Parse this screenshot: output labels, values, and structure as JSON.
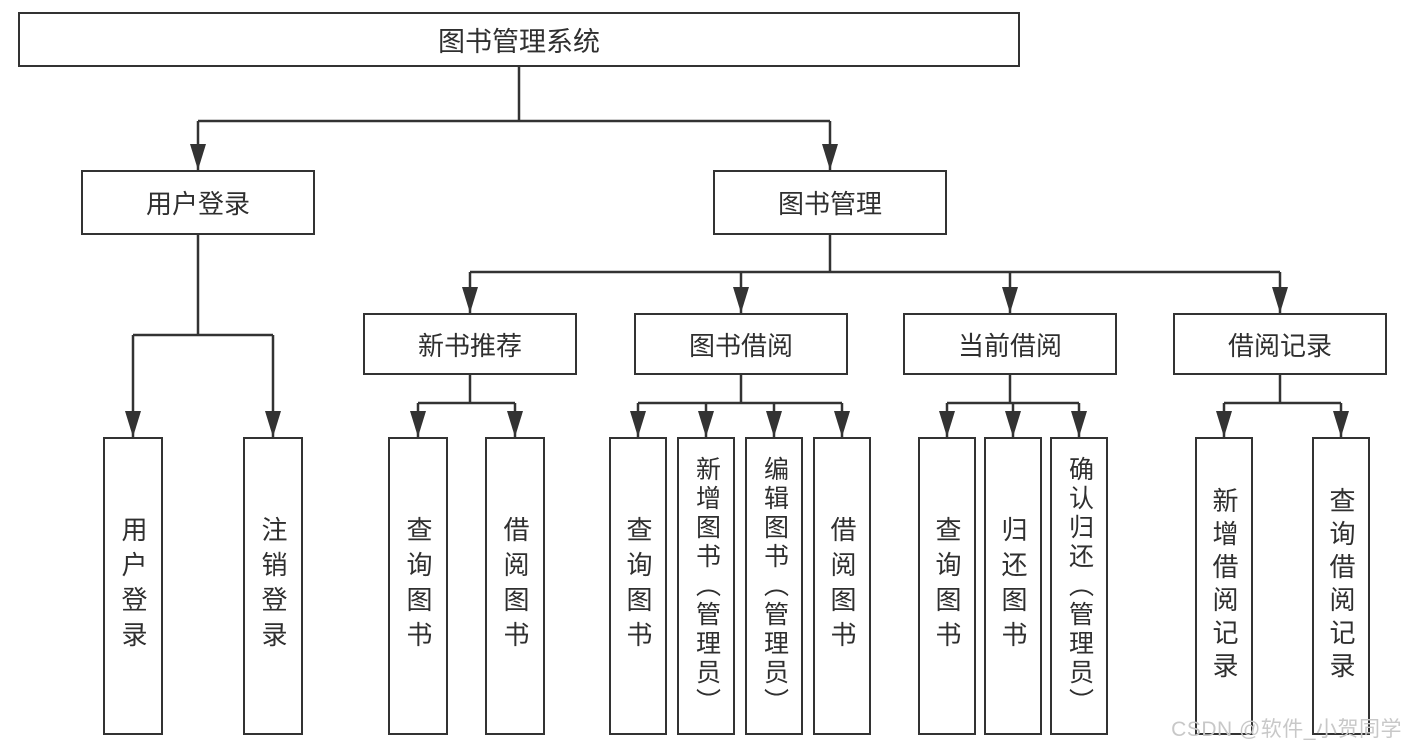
{
  "diagram": {
    "colors": {
      "line": "#333333",
      "text": "#2f2f2f",
      "watermark": "#c8c8c8",
      "background": "#ffffff"
    },
    "watermark": "CSDN @软件_小贺同学",
    "nodes": {
      "root": {
        "label": "图书管理系统"
      },
      "user_login": {
        "label": "用户登录"
      },
      "book_mgmt": {
        "label": "图书管理"
      },
      "new_book_rec": {
        "label": "新书推荐"
      },
      "book_borrow": {
        "label": "图书借阅"
      },
      "current_borrow": {
        "label": "当前借阅"
      },
      "borrow_records": {
        "label": "借阅记录"
      },
      "leaf_user_login": {
        "label": "用户登录"
      },
      "leaf_logout": {
        "label": "注销登录"
      },
      "leaf_rec_query": {
        "label": "查询图书"
      },
      "leaf_rec_borrow": {
        "label": "借阅图书"
      },
      "leaf_bb_query": {
        "label": "查询图书"
      },
      "leaf_bb_add": {
        "label": "新增图书（管理员）"
      },
      "leaf_bb_edit": {
        "label": "编辑图书（管理员）"
      },
      "leaf_bb_borrow": {
        "label": "借阅图书"
      },
      "leaf_cb_query": {
        "label": "查询图书"
      },
      "leaf_cb_return": {
        "label": "归还图书"
      },
      "leaf_cb_confirm": {
        "label": "确认归还（管理员）"
      },
      "leaf_br_add": {
        "label": "新增借阅记录"
      },
      "leaf_br_query": {
        "label": "查询借阅记录"
      }
    },
    "edges": [
      {
        "from": "图书管理系统",
        "to": "用户登录"
      },
      {
        "from": "图书管理系统",
        "to": "图书管理"
      },
      {
        "from": "用户登录",
        "to": "用户登录(叶)"
      },
      {
        "from": "用户登录",
        "to": "注销登录"
      },
      {
        "from": "图书管理",
        "to": "新书推荐"
      },
      {
        "from": "图书管理",
        "to": "图书借阅"
      },
      {
        "from": "图书管理",
        "to": "当前借阅"
      },
      {
        "from": "图书管理",
        "to": "借阅记录"
      },
      {
        "from": "新书推荐",
        "to": "查询图书"
      },
      {
        "from": "新书推荐",
        "to": "借阅图书"
      },
      {
        "from": "图书借阅",
        "to": "查询图书"
      },
      {
        "from": "图书借阅",
        "to": "新增图书（管理员）"
      },
      {
        "from": "图书借阅",
        "to": "编辑图书（管理员）"
      },
      {
        "from": "图书借阅",
        "to": "借阅图书"
      },
      {
        "from": "当前借阅",
        "to": "查询图书"
      },
      {
        "from": "当前借阅",
        "to": "归还图书"
      },
      {
        "from": "当前借阅",
        "to": "确认归还（管理员）"
      },
      {
        "from": "借阅记录",
        "to": "新增借阅记录"
      },
      {
        "from": "借阅记录",
        "to": "查询借阅记录"
      }
    ]
  }
}
